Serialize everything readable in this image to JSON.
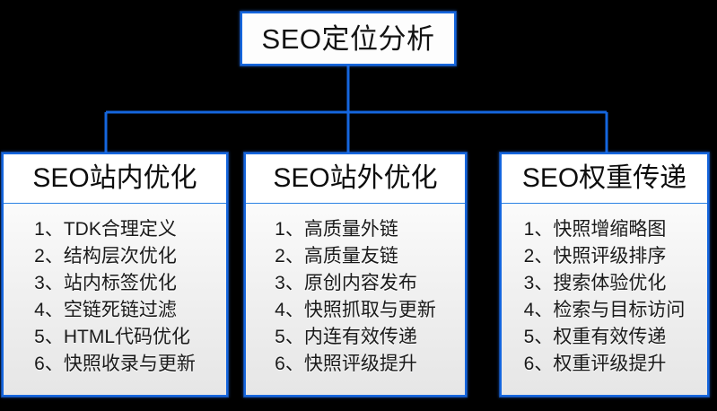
{
  "diagram": {
    "type": "org-chart",
    "background_color": "#000000",
    "border_color": "#1566de",
    "divider_color": "#2a82e4",
    "root": {
      "label": "SEO定位分析"
    },
    "branches": [
      {
        "id": "seo-onsite",
        "header": "SEO站内优化",
        "items": [
          "1、TDK合理定义",
          "2、结构层次优化",
          "3、站内标签优化",
          "4、空链死链过滤",
          "5、HTML代码优化",
          "6、快照收录与更新"
        ]
      },
      {
        "id": "seo-offsite",
        "header": "SEO站外优化",
        "items": [
          "1、高质量外链",
          "2、高质量友链",
          "3、原创内容发布",
          "4、快照抓取与更新",
          "5、内连有效传递",
          "6、快照评级提升"
        ]
      },
      {
        "id": "seo-weight",
        "header": "SEO权重传递",
        "items": [
          "1、快照增缩略图",
          "2、快照评级排序",
          "3、搜索体验优化",
          "4、检索与目标访问",
          "5、权重有效传递",
          "6、权重评级提升"
        ]
      }
    ]
  }
}
